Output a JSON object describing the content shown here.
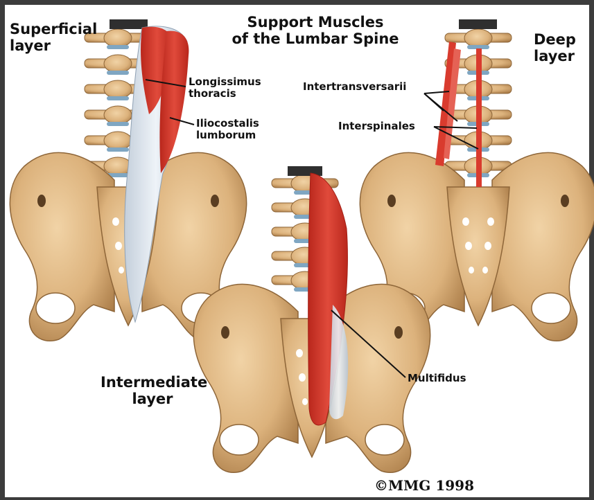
{
  "title": {
    "line1": "Support Muscles",
    "line2": "of the Lumbar Spine"
  },
  "layers": {
    "superficial": {
      "line1": "Superficial",
      "line2": "layer"
    },
    "deep": {
      "line1": "Deep",
      "line2": "layer"
    },
    "intermediate": {
      "line1": "Intermediate",
      "line2": "layer"
    }
  },
  "muscles": {
    "longissimus": {
      "line1": "Longissimus",
      "line2": "thoracis"
    },
    "iliocostalis": {
      "line1": "Iliocostalis",
      "line2": "lumborum"
    },
    "intertransversarii": "Intertransversarii",
    "interspinales": "Interspinales",
    "multifidus": "Multifidus"
  },
  "copyright": "©MMG 1998",
  "colors": {
    "bone": "#e3bf8c",
    "bone_shadow": "#b48a55",
    "muscle": "#d93b2e",
    "tendon": "#d9e3ec",
    "disc": "#7fa6c2",
    "frame": "#3c3c3c"
  }
}
